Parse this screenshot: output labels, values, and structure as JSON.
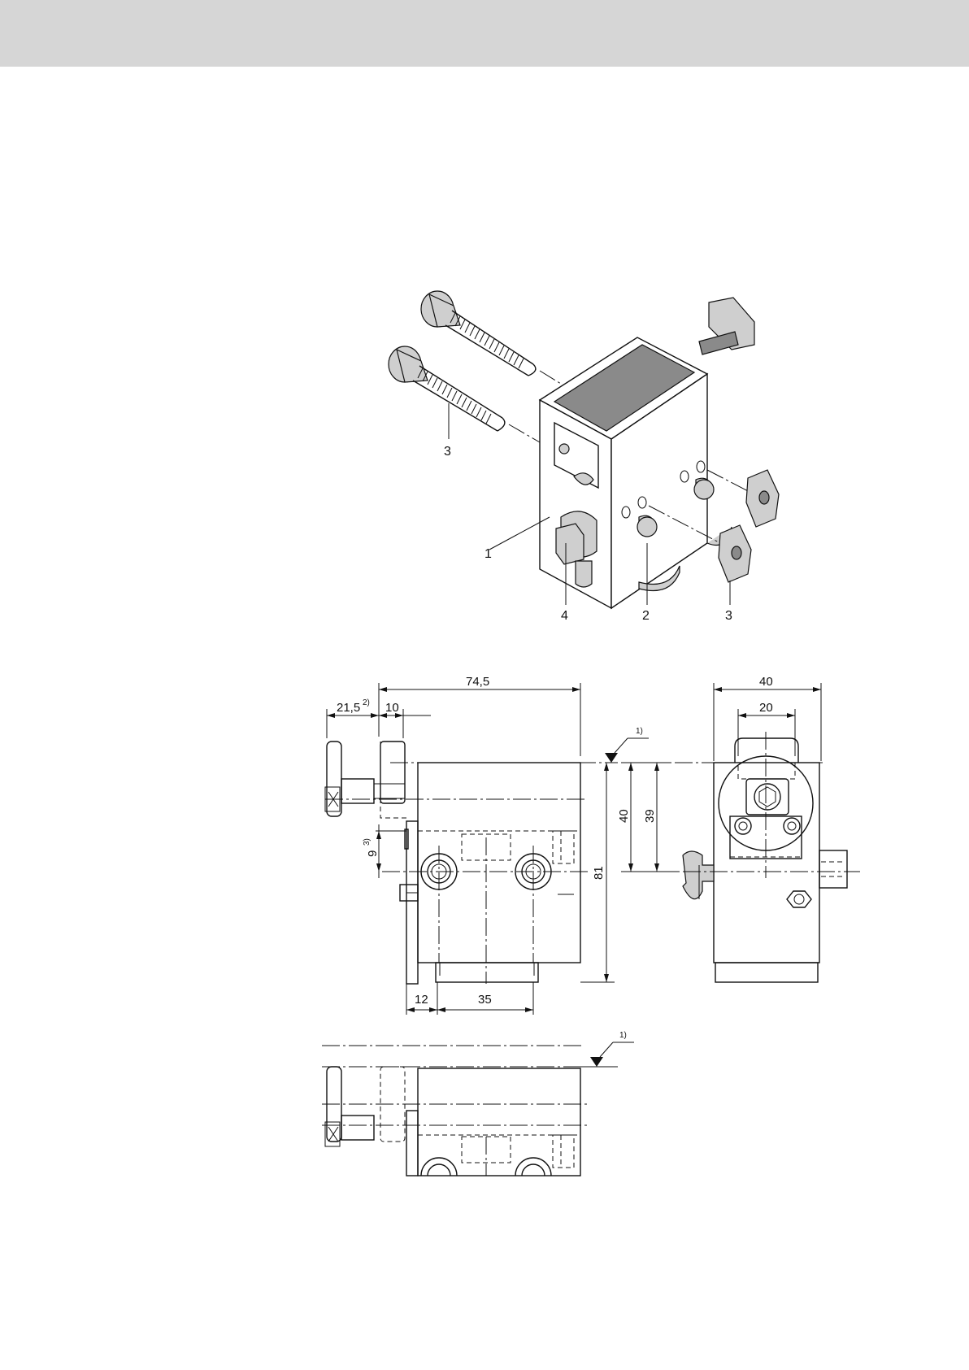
{
  "colors": {
    "header_bar": "#d6d6d6",
    "line": "#111111"
  },
  "iso_view": {
    "callouts": [
      "3",
      "1",
      "4",
      "2",
      "3"
    ]
  },
  "front_view": {
    "dims": {
      "d74_5": "74,5",
      "d21_5": "21,5",
      "d21_5_note": "2)",
      "d10": "10",
      "d9": "9",
      "d9_note": "3)",
      "d81": "81",
      "d40": "40",
      "d39": "39",
      "d12": "12",
      "d35": "35"
    },
    "datum_note": "1)"
  },
  "side_view": {
    "dims": {
      "d40": "40",
      "d20": "20"
    }
  },
  "bottom_view": {
    "datum_note": "1)"
  }
}
